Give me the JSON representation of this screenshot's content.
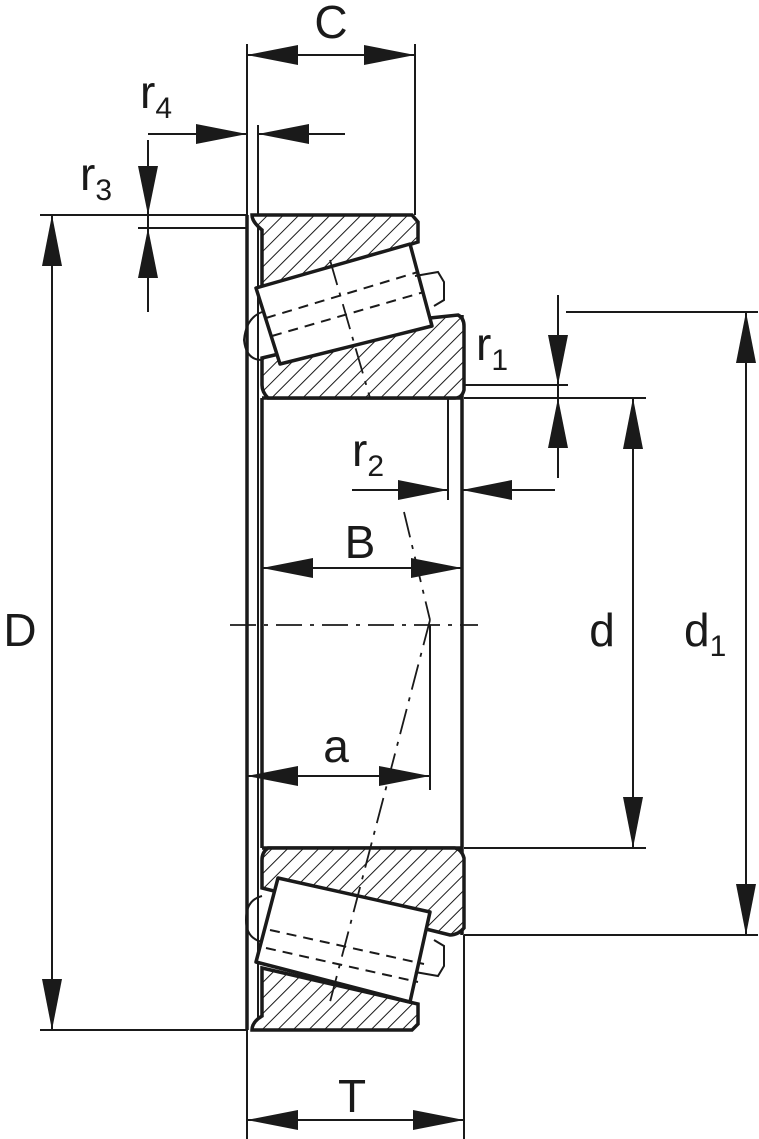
{
  "labels": {
    "C": "C",
    "r4": {
      "main": "r",
      "sub": "4"
    },
    "r3": {
      "main": "r",
      "sub": "3"
    },
    "r1": {
      "main": "r",
      "sub": "1"
    },
    "r2": {
      "main": "r",
      "sub": "2"
    },
    "B": "B",
    "D": "D",
    "d": "d",
    "d1": {
      "main": "d",
      "sub": "1"
    },
    "a": "a",
    "T": "T"
  },
  "colors": {
    "line": "#1a1a1a",
    "background": "#ffffff"
  }
}
